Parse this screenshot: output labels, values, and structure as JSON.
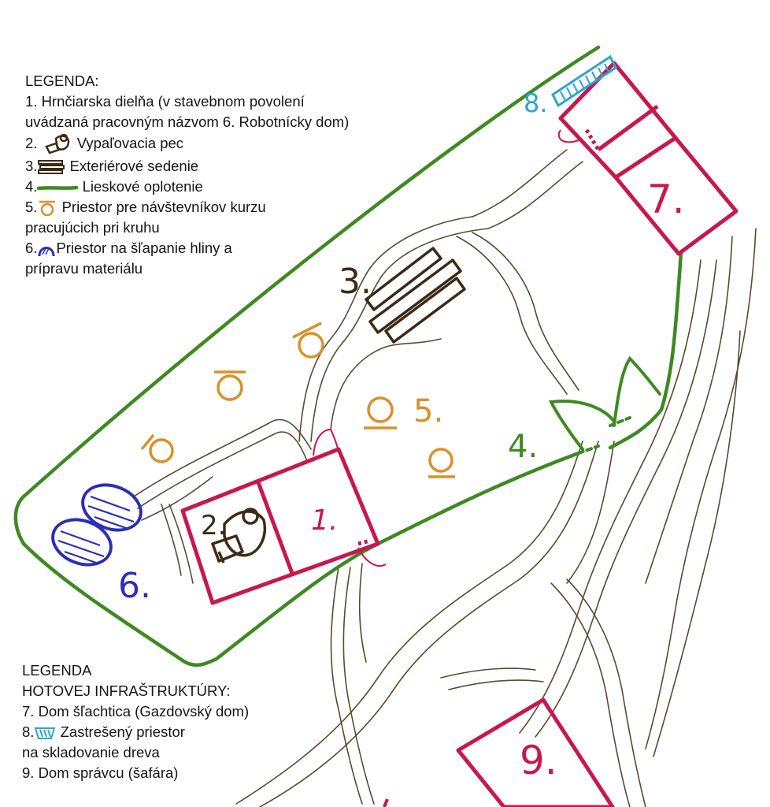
{
  "legend_top": {
    "title": "LEGENDA:",
    "item1_line1": "1. Hrnčiarska dielňa (v stavebnom povolení",
    "item1_line2": "uvádzaná pracovným názvom 6.  Robotnícky dom)",
    "item2_num": "2.",
    "item2_text": "Vypaľovacia pec",
    "item3_num": "3.",
    "item3_text": "Exteriérové sedenie",
    "item4_num": "4.",
    "item4_text": "Lieskové oplotenie",
    "item5_num": "5.",
    "item5_line1": "Priestor pre návštevníkov kurzu",
    "item5_line2": "pracujúcich pri kruhu",
    "item6_num": "6.",
    "item6_line1": "Priestor na šľapanie hliny a",
    "item6_line2": "prípravu materiálu"
  },
  "legend_bottom": {
    "title_line1": "LEGENDA",
    "title_line2": "HOTOVEJ INFRAŠTRUKTÚRY:",
    "item7": "7. Dom šľachtica (Gazdovský dom)",
    "item8_num": "8.",
    "item8_line1": "Zastrešený priestor",
    "item8_line2": "na skladovanie dreva",
    "item9": "9. Dom správcu (šafára)"
  },
  "map_labels": {
    "building1": "1.",
    "kiln2": "2.",
    "seating3": "3.",
    "fence4": "4.",
    "visitors5": "5.",
    "clay6": "6.",
    "house7": "7.",
    "woodshed8": "8.",
    "house9": "9."
  },
  "colors": {
    "fence": "#3e8a22",
    "building": "#c8174f",
    "kiln": "#3d2b14",
    "seating": "#3a2a16",
    "wheel": "#d8912a",
    "clay_area": "#2a2fb5",
    "woodshed": "#2aa6cf",
    "path": "#5a4a2e"
  },
  "icons": {
    "kiln": "kiln-icon",
    "bench": "bench-icon",
    "fence": "fence-line-icon",
    "wheel": "pottery-wheel-icon",
    "clay": "clay-pit-icon",
    "woodshed": "woodshed-icon"
  }
}
